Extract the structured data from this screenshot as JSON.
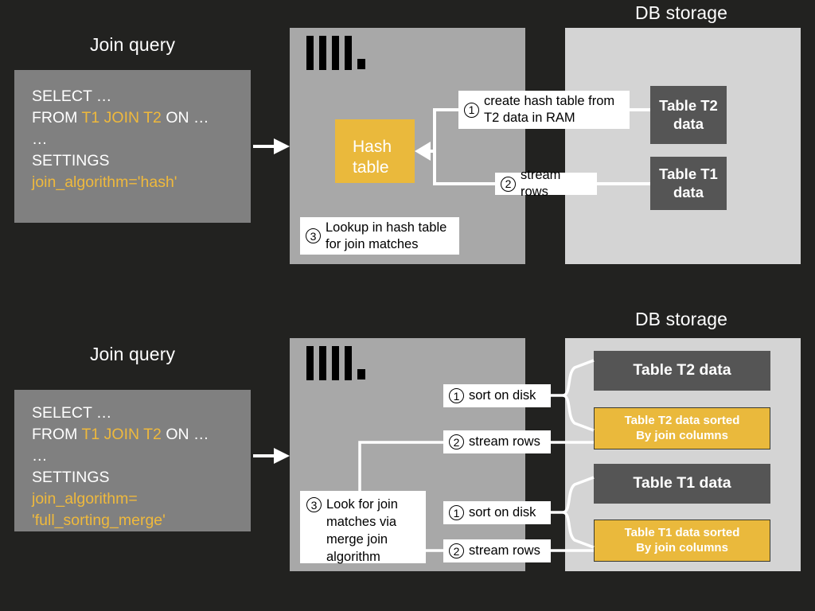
{
  "diagram": {
    "title_hash_section": "Join query",
    "title_merge_section": "Join query",
    "db_storage_label_top": "DB storage",
    "db_storage_label_bottom": "DB storage",
    "background_color": "#222220",
    "accent_yellow": "#eab93c",
    "engine_panel_color": "#a8a8a8",
    "storage_panel_color": "#d4d4d4",
    "table_block_color": "#555555"
  },
  "hash_join": {
    "query": {
      "line1": "SELECT …",
      "line2_prefix": "FROM ",
      "line2_accent": "T1 JOIN T2",
      "line2_suffix": " ON …",
      "line3": "…",
      "line4": "SETTINGS",
      "line5_accent": "join_algorithm='hash'"
    },
    "hash_table_label_line1": "Hash",
    "hash_table_label_line2": "table",
    "steps": [
      {
        "num": "1",
        "text": "create hash table from\nT2 data in RAM"
      },
      {
        "num": "2",
        "text": "stream rows"
      },
      {
        "num": "3",
        "text": "Lookup in hash table\nfor join matches"
      }
    ],
    "storage_tables": [
      {
        "label": "Table T2\ndata",
        "kind": "raw"
      },
      {
        "label": "Table T1\ndata",
        "kind": "raw"
      }
    ]
  },
  "merge_join": {
    "query": {
      "line1": "SELECT …",
      "line2_prefix": "FROM ",
      "line2_accent": "T1 JOIN T2",
      "line2_suffix": " ON …",
      "line3": "…",
      "line4": "SETTINGS",
      "line5_accent": "join_algorithm=",
      "line6_accent": "'full_sorting_merge'"
    },
    "steps": [
      {
        "num": "1",
        "text": "sort on disk"
      },
      {
        "num": "2",
        "text": "stream rows"
      },
      {
        "num": "3",
        "text": "Look for join\nmatches via\nmerge join\nalgorithm"
      },
      {
        "num": "1",
        "text": "sort on disk"
      },
      {
        "num": "2",
        "text": "stream rows"
      }
    ],
    "storage_tables": [
      {
        "label": "Table T2 data",
        "kind": "raw"
      },
      {
        "label": "Table T2 data sorted\nBy join columns",
        "kind": "sorted"
      },
      {
        "label": "Table T1 data",
        "kind": "raw"
      },
      {
        "label": "Table T1 data sorted\nBy join columns",
        "kind": "sorted"
      }
    ]
  }
}
